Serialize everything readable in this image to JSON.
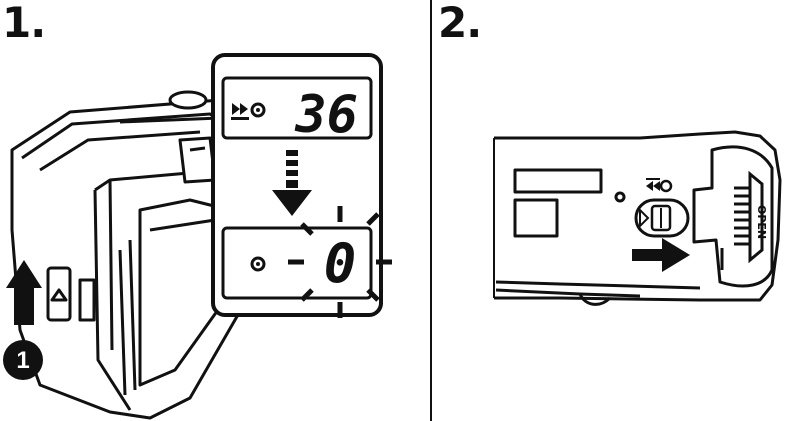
{
  "steps": {
    "step1_label": "1.",
    "step2_label": "2."
  },
  "display": {
    "top_count": "36",
    "bottom_count": "0"
  },
  "camera": {
    "door_label": "OPEN"
  },
  "callouts": {
    "marker_1": "1"
  },
  "icons": [
    "film-advance-icon",
    "film-cartridge-icon",
    "arrow-down-icon",
    "arrow-up-icon",
    "arrow-right-icon",
    "rewind-switch-icon"
  ],
  "colors": {
    "ink": "#111111",
    "paper": "#ffffff",
    "shade": "#cccccc"
  }
}
